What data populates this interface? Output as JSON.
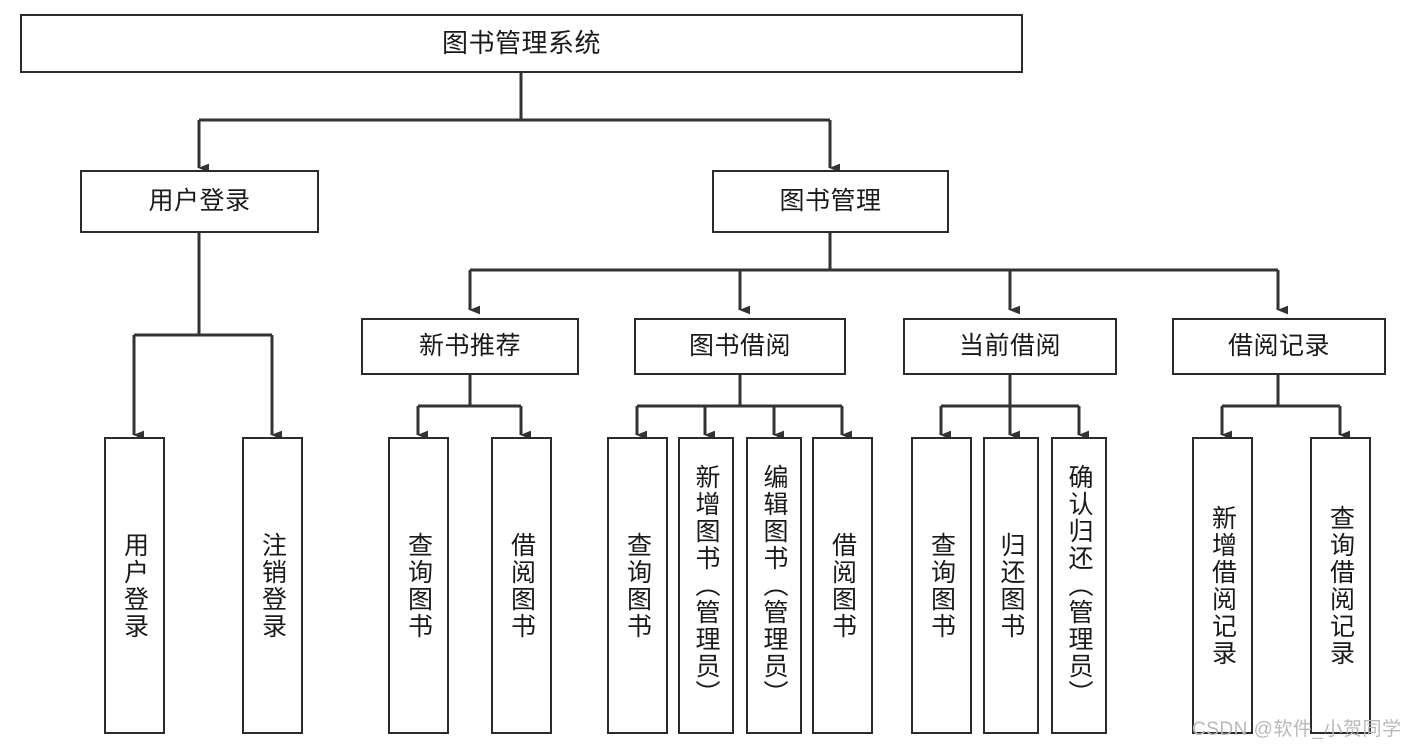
{
  "diagram": {
    "title": "图书管理系统",
    "type": "hierarchy-tree",
    "root": {
      "label": "图书管理系统"
    },
    "level2": [
      {
        "label": "用户登录"
      },
      {
        "label": "图书管理"
      }
    ],
    "level3": [
      {
        "label": "新书推荐"
      },
      {
        "label": "图书借阅"
      },
      {
        "label": "当前借阅"
      },
      {
        "label": "借阅记录"
      }
    ],
    "leaves": {
      "user_login": [
        {
          "label": "用户登录"
        },
        {
          "label": "注销登录"
        }
      ],
      "new_book_recommend": [
        {
          "label": "查询图书"
        },
        {
          "label": "借阅图书"
        }
      ],
      "book_borrow": [
        {
          "label": "查询图书"
        },
        {
          "label": "新增图书（管理员）"
        },
        {
          "label": "编辑图书（管理员）"
        },
        {
          "label": "借阅图书"
        }
      ],
      "current_borrow": [
        {
          "label": "查询图书"
        },
        {
          "label": "归还图书"
        },
        {
          "label": "确认归还（管理员）"
        }
      ],
      "borrow_record": [
        {
          "label": "新增借阅记录"
        },
        {
          "label": "查询借阅记录"
        }
      ]
    }
  },
  "watermark": {
    "text": "CSDN @软件_小贺同学"
  },
  "colors": {
    "box_border": "#2b2b2b",
    "box_fill": "#ffffff",
    "connector": "#333333",
    "text": "#1a1a1a",
    "watermark": "#b9b9b9"
  }
}
